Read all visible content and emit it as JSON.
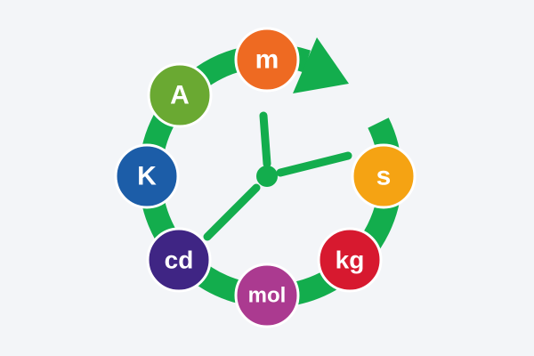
{
  "diagram": {
    "units": [
      {
        "symbol": "m",
        "color": "#ee6a22"
      },
      {
        "symbol": "s",
        "color": "#f5a313"
      },
      {
        "symbol": "kg",
        "color": "#d7192f"
      },
      {
        "symbol": "mol",
        "color": "#ab3a90"
      },
      {
        "symbol": "cd",
        "color": "#3f2584"
      },
      {
        "symbol": "K",
        "color": "#1c5da8"
      },
      {
        "symbol": "A",
        "color": "#6aa932"
      }
    ],
    "ring_color": "#13ad4d",
    "hand_color": "#13ad4d",
    "background_color": "#f3f5f8"
  }
}
